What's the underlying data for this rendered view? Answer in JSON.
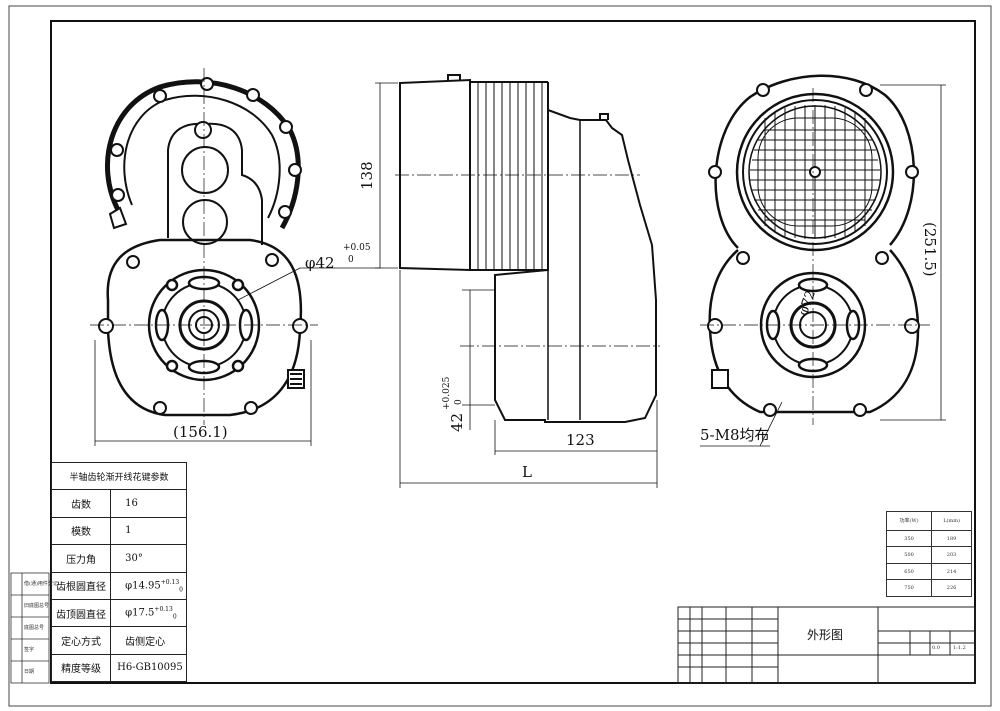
{
  "dimensions": {
    "width_156": "(156.1)",
    "dia_42_left": "φ42",
    "dia_42_left_tol": "+0.05",
    "dia_42_left_tol2": "0",
    "height_138": "138",
    "dia_42_mid": "42",
    "dia_42_mid_tol": "+0.025",
    "dia_42_mid_tol2": "0",
    "len_123": "123",
    "len_L": "L",
    "height_251": "(251.5)",
    "dia_72": "φ72",
    "bolt_note": "5-M8均布"
  },
  "param_table": {
    "title": "半轴齿轮渐开线花键参数",
    "rows": [
      {
        "key": "齿数",
        "value": "16"
      },
      {
        "key": "模数",
        "value": "1"
      },
      {
        "key": "压力角",
        "value": "30°"
      },
      {
        "key": "齿根圆直径",
        "value": "φ14.95",
        "tol": "+0.13",
        "tol2": "0"
      },
      {
        "key": "齿顶圆直径",
        "value": "φ17.5",
        "tol": "+0.13",
        "tol2": "0"
      },
      {
        "key": "定心方式",
        "value": "齿侧定心"
      },
      {
        "key": "精度等级",
        "value": "H6-GB10095"
      }
    ]
  },
  "length_table": {
    "header": [
      "功率(W)",
      "L(mm)"
    ],
    "rows": [
      [
        "350",
        "189"
      ],
      [
        "500",
        "203"
      ],
      [
        "650",
        "214"
      ],
      [
        "750",
        "226"
      ]
    ]
  },
  "title_block": {
    "drawing_name": "外形图",
    "scale": "1:1.2",
    "weight": "0.0"
  },
  "side_strip": {
    "labels": [
      "借(通)用件登记",
      "旧底图总号",
      "底图总号",
      "签字",
      "日期"
    ]
  }
}
